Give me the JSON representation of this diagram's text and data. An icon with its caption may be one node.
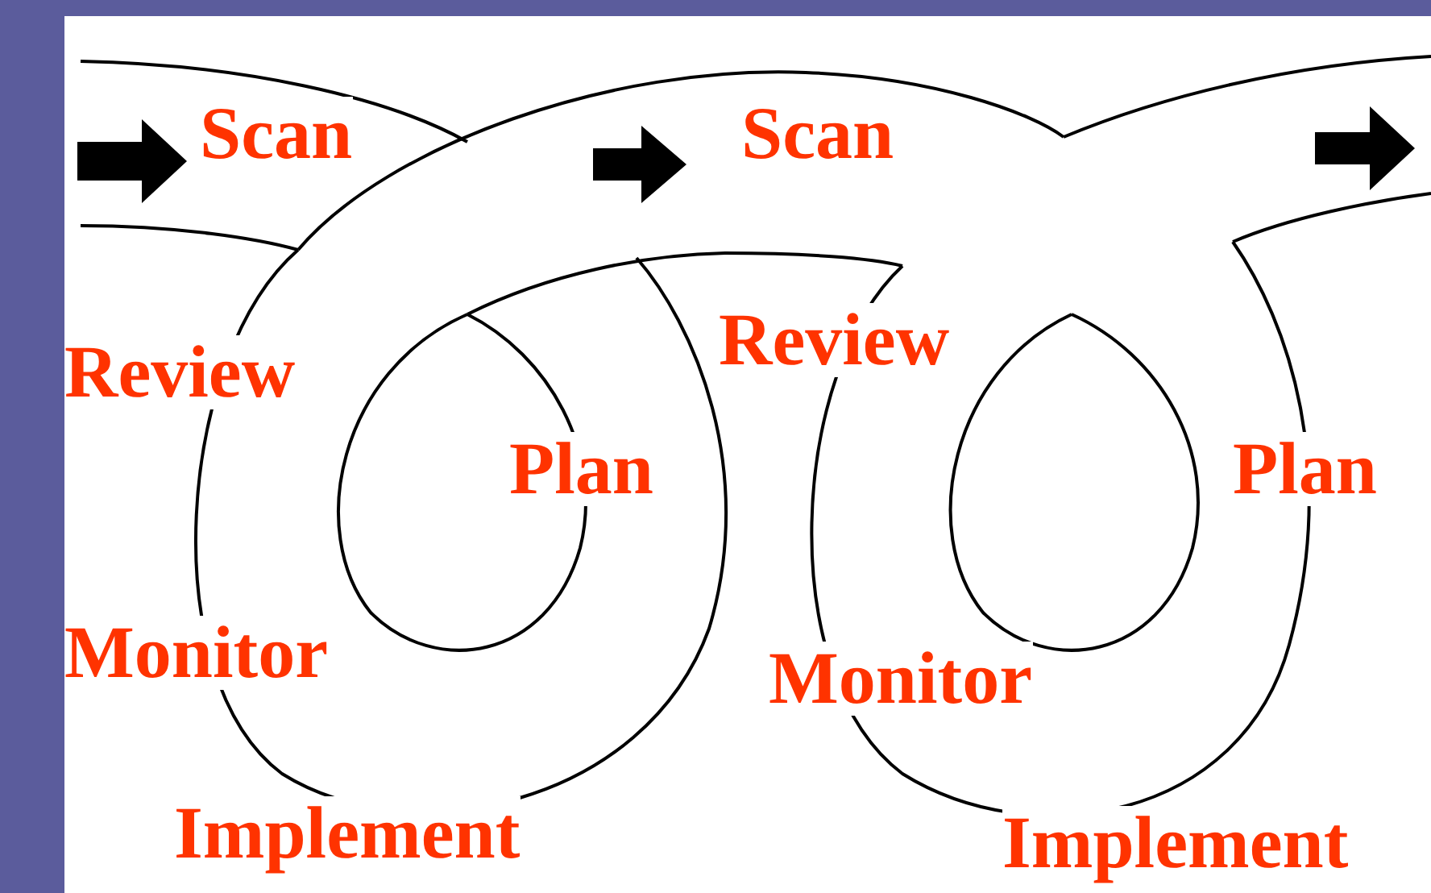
{
  "diagram": {
    "labels": [
      "Scan",
      "Scan",
      "Review",
      "Review",
      "Plan",
      "Plan",
      "Monitor",
      "Monitor",
      "Implement",
      "Implement"
    ]
  }
}
